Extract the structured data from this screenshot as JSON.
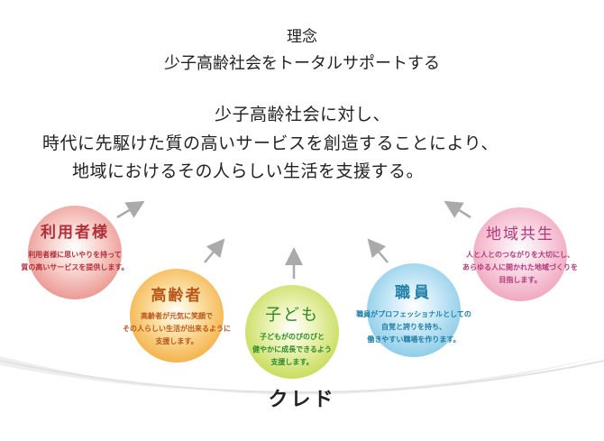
{
  "header": {
    "title": "理念",
    "subtitle": "少子高齢社会をトータルサポートする"
  },
  "philosophy": [
    "少子高齢社会に対し、",
    "時代に先駆けた質の高いサービスを創造することにより、",
    "地域におけるその人らしい生活を支援する。"
  ],
  "stakeholders": [
    {
      "title": "利用者様",
      "desc": [
        "利用者様に思いやりを持って",
        "質の高いサービスを提供します。"
      ],
      "color": "#b0303a"
    },
    {
      "title": "高齢者",
      "desc": [
        "高齢者が元気に笑顔で",
        "その人らしい生活が出来るように",
        "支援します。"
      ],
      "color": "#b8561a"
    },
    {
      "title": "子ども",
      "desc": [
        "子どもがのびのびと",
        "健やかに成長できるよう",
        "支援します。"
      ],
      "color": "#2e8a2a"
    },
    {
      "title": "職員",
      "desc": [
        "職員がプロフェッショナルとしての",
        "自覚と誇りを持ち、",
        "働きやすい職場を作ります。"
      ],
      "color": "#1f7fa6"
    },
    {
      "title": "地域共生",
      "desc": [
        "人と人とのつながりを大切にし、",
        "あらゆる人に開かれた地域づくりを",
        "目指します。"
      ],
      "color": "#b03a78"
    }
  ],
  "footer": {
    "title": "クレド"
  }
}
